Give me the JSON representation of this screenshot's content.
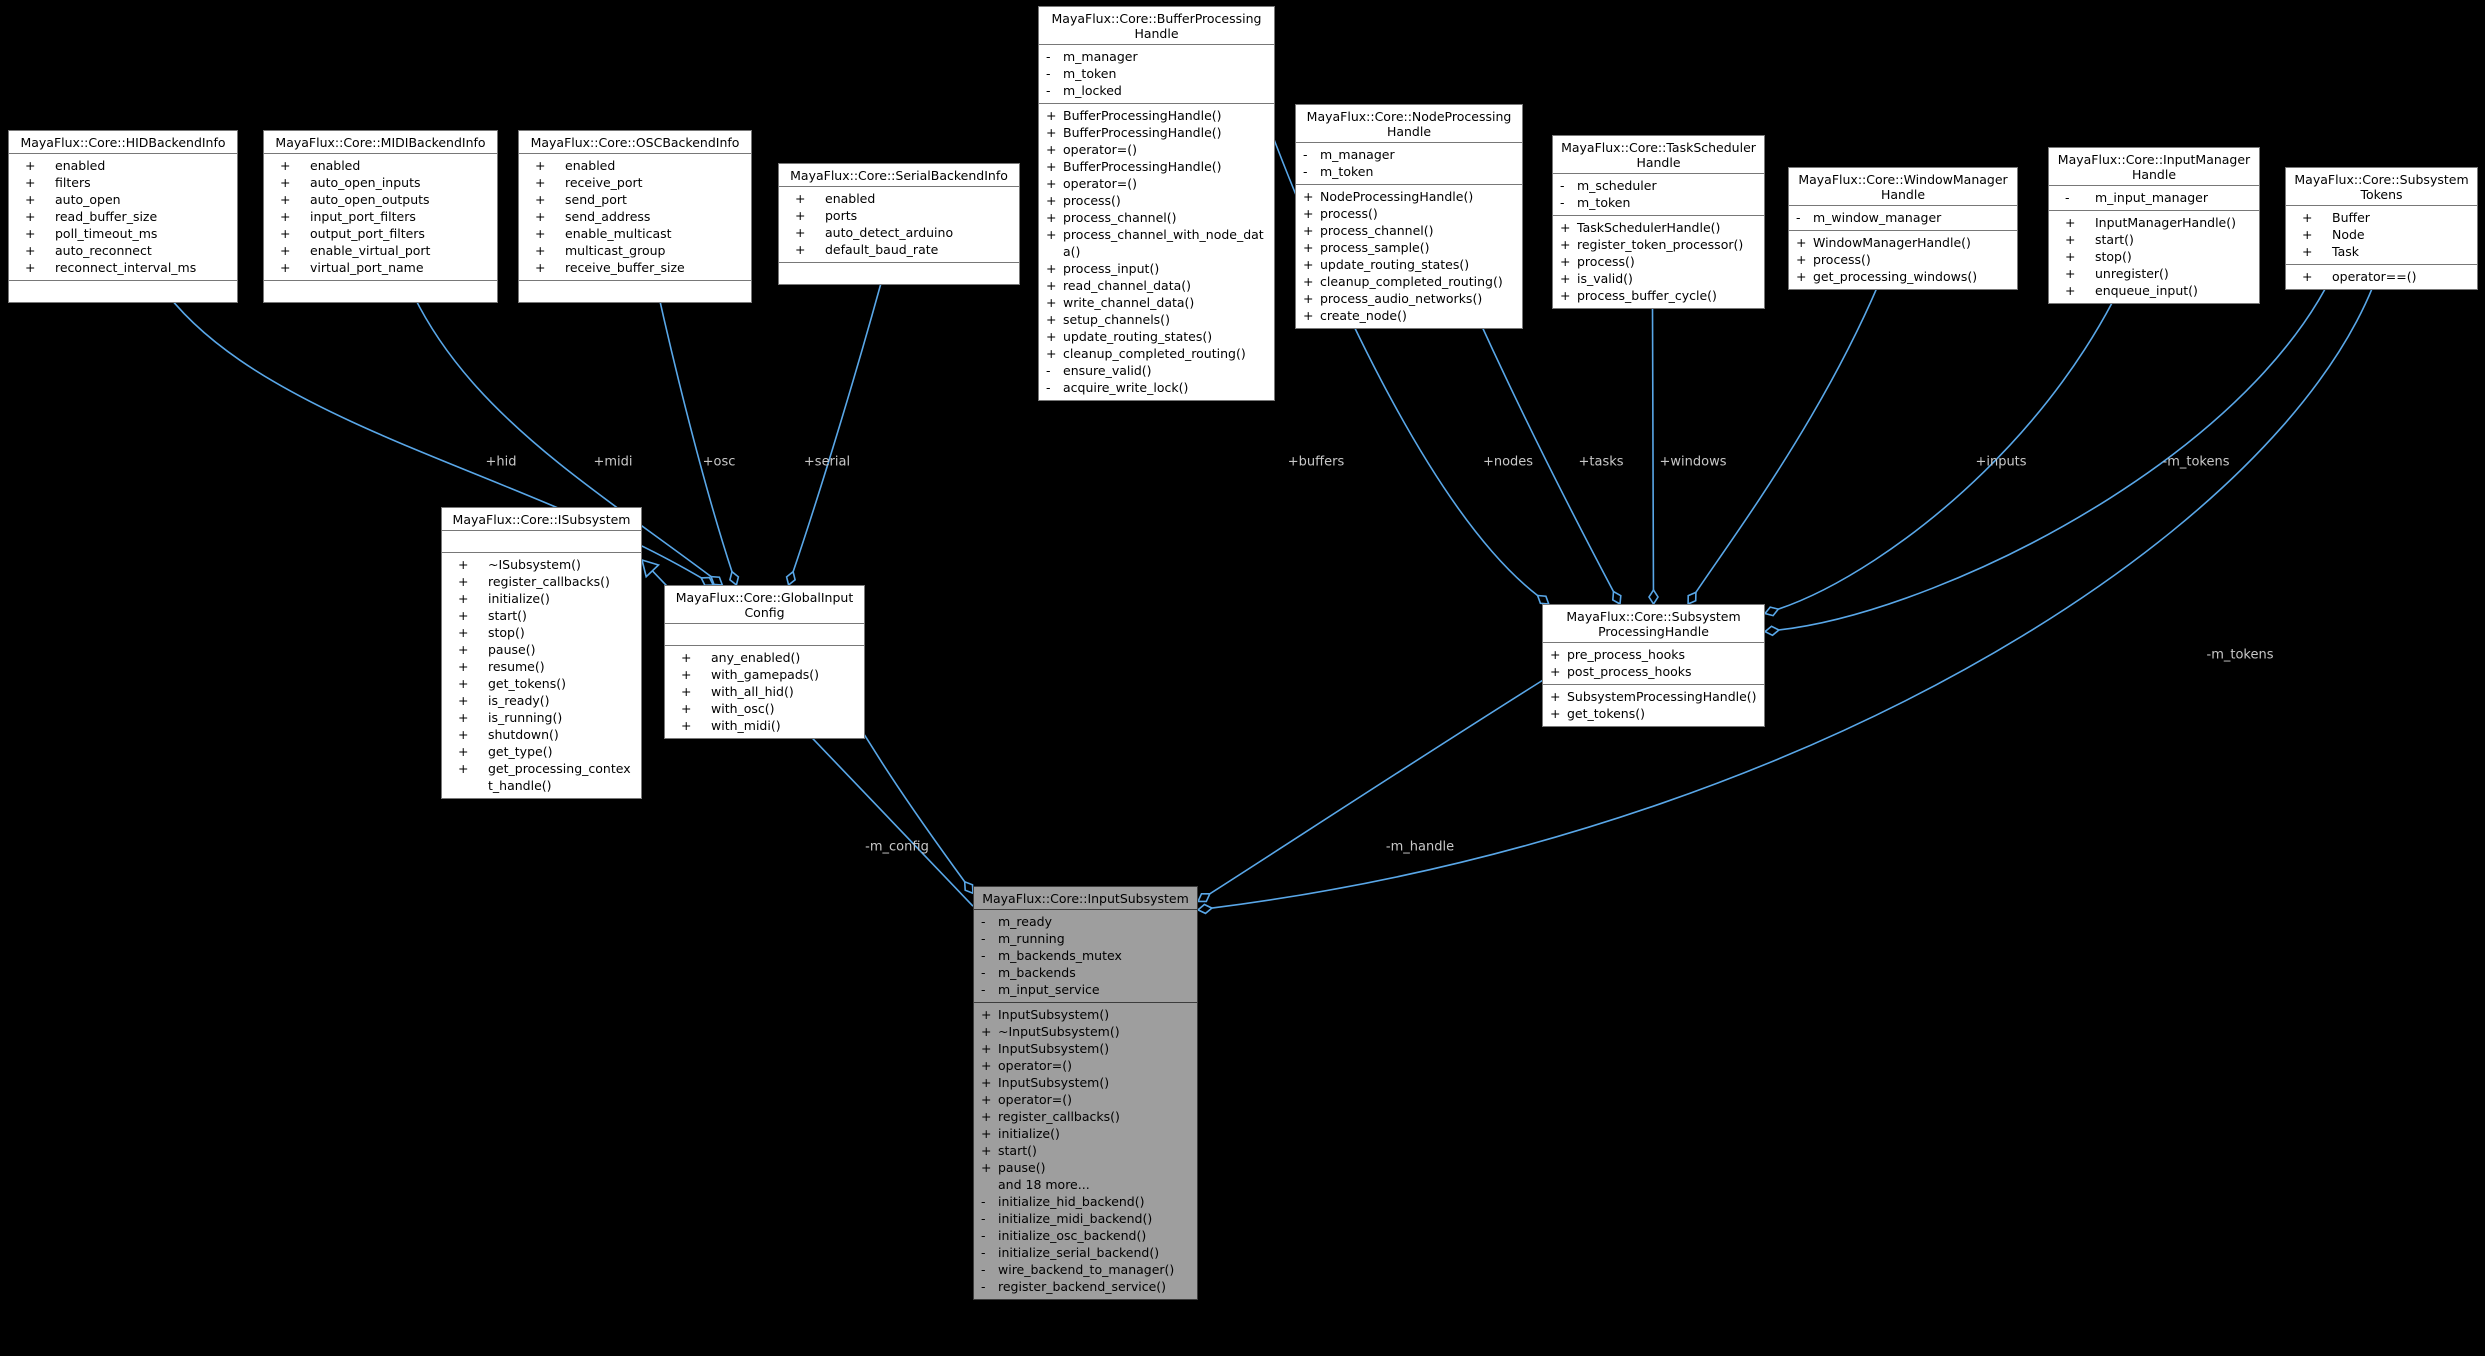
{
  "diagram": {
    "background_color": "#000000",
    "edge_color": "#59a7e8",
    "edge_label_color": "#c8c8c8",
    "box_fill": "#ffffff",
    "box_border": "#787878",
    "highlight_fill": "#9e9e9e",
    "classes": [
      {
        "id": "hid",
        "title": "MayaFlux::Core::HIDBackendInfo",
        "highlighted": false,
        "attributes": [
          {
            "m": "+",
            "t": "enabled"
          },
          {
            "m": "+",
            "t": "filters"
          },
          {
            "m": "+",
            "t": "auto_open"
          },
          {
            "m": "+",
            "t": "read_buffer_size"
          },
          {
            "m": "+",
            "t": "poll_timeout_ms"
          },
          {
            "m": "+",
            "t": "auto_reconnect"
          },
          {
            "m": "+",
            "t": "reconnect_interval_ms"
          }
        ],
        "methods": []
      },
      {
        "id": "midi",
        "title": "MayaFlux::Core::MIDIBackendInfo",
        "highlighted": false,
        "attributes": [
          {
            "m": "+",
            "t": "enabled"
          },
          {
            "m": "+",
            "t": "auto_open_inputs"
          },
          {
            "m": "+",
            "t": "auto_open_outputs"
          },
          {
            "m": "+",
            "t": "input_port_filters"
          },
          {
            "m": "+",
            "t": "output_port_filters"
          },
          {
            "m": "+",
            "t": "enable_virtual_port"
          },
          {
            "m": "+",
            "t": "virtual_port_name"
          }
        ],
        "methods": []
      },
      {
        "id": "osc",
        "title": "MayaFlux::Core::OSCBackendInfo",
        "highlighted": false,
        "attributes": [
          {
            "m": "+",
            "t": "enabled"
          },
          {
            "m": "+",
            "t": "receive_port"
          },
          {
            "m": "+",
            "t": "send_port"
          },
          {
            "m": "+",
            "t": "send_address"
          },
          {
            "m": "+",
            "t": "enable_multicast"
          },
          {
            "m": "+",
            "t": "multicast_group"
          },
          {
            "m": "+",
            "t": "receive_buffer_size"
          }
        ],
        "methods": []
      },
      {
        "id": "serial",
        "title": "MayaFlux::Core::SerialBackendInfo",
        "highlighted": false,
        "attributes": [
          {
            "m": "+",
            "t": "enabled"
          },
          {
            "m": "+",
            "t": "ports"
          },
          {
            "m": "+",
            "t": "auto_detect_arduino"
          },
          {
            "m": "+",
            "t": "default_baud_rate"
          }
        ],
        "methods": []
      },
      {
        "id": "buffer",
        "title": "MayaFlux::Core::BufferProcessing Handle",
        "highlighted": false,
        "attributes": [
          {
            "m": "-",
            "t": "m_manager"
          },
          {
            "m": "-",
            "t": "m_token"
          },
          {
            "m": "-",
            "t": "m_locked"
          }
        ],
        "methods": [
          {
            "m": "+",
            "t": "BufferProcessingHandle()"
          },
          {
            "m": "+",
            "t": "BufferProcessingHandle()"
          },
          {
            "m": "+",
            "t": "operator=()"
          },
          {
            "m": "+",
            "t": "BufferProcessingHandle()"
          },
          {
            "m": "+",
            "t": "operator=()"
          },
          {
            "m": "+",
            "t": "process()"
          },
          {
            "m": "+",
            "t": "process_channel()"
          },
          {
            "m": "+",
            "t": "process_channel_with_node_data()"
          },
          {
            "m": "+",
            "t": "process_input()"
          },
          {
            "m": "+",
            "t": "read_channel_data()"
          },
          {
            "m": "+",
            "t": "write_channel_data()"
          },
          {
            "m": "+",
            "t": "setup_channels()"
          },
          {
            "m": "+",
            "t": "update_routing_states()"
          },
          {
            "m": "+",
            "t": "cleanup_completed_routing()"
          },
          {
            "m": "-",
            "t": "ensure_valid()"
          },
          {
            "m": "-",
            "t": "acquire_write_lock()"
          }
        ]
      },
      {
        "id": "node",
        "title": "MayaFlux::Core::NodeProcessing Handle",
        "highlighted": false,
        "attributes": [
          {
            "m": "-",
            "t": "m_manager"
          },
          {
            "m": "-",
            "t": "m_token"
          }
        ],
        "methods": [
          {
            "m": "+",
            "t": "NodeProcessingHandle()"
          },
          {
            "m": "+",
            "t": "process()"
          },
          {
            "m": "+",
            "t": "process_channel()"
          },
          {
            "m": "+",
            "t": "process_sample()"
          },
          {
            "m": "+",
            "t": "update_routing_states()"
          },
          {
            "m": "+",
            "t": "cleanup_completed_routing()"
          },
          {
            "m": "+",
            "t": "process_audio_networks()"
          },
          {
            "m": "+",
            "t": "create_node()"
          }
        ]
      },
      {
        "id": "task",
        "title": "MayaFlux::Core::TaskScheduler Handle",
        "highlighted": false,
        "attributes": [
          {
            "m": "-",
            "t": "m_scheduler"
          },
          {
            "m": "-",
            "t": "m_token"
          }
        ],
        "methods": [
          {
            "m": "+",
            "t": "TaskSchedulerHandle()"
          },
          {
            "m": "+",
            "t": "register_token_processor()"
          },
          {
            "m": "+",
            "t": "process()"
          },
          {
            "m": "+",
            "t": "is_valid()"
          },
          {
            "m": "+",
            "t": "process_buffer_cycle()"
          }
        ]
      },
      {
        "id": "window",
        "title": "MayaFlux::Core::WindowManager Handle",
        "highlighted": false,
        "attributes": [
          {
            "m": "-",
            "t": "m_window_manager"
          }
        ],
        "methods": [
          {
            "m": "+",
            "t": "WindowManagerHandle()"
          },
          {
            "m": "+",
            "t": "process()"
          },
          {
            "m": "+",
            "t": "get_processing_windows()"
          }
        ]
      },
      {
        "id": "inputmgr",
        "title": "MayaFlux::Core::InputManager Handle",
        "highlighted": false,
        "attributes": [
          {
            "m": "-",
            "t": "m_input_manager"
          }
        ],
        "methods": [
          {
            "m": "+",
            "t": "InputManagerHandle()"
          },
          {
            "m": "+",
            "t": "start()"
          },
          {
            "m": "+",
            "t": "stop()"
          },
          {
            "m": "+",
            "t": "unregister()"
          },
          {
            "m": "+",
            "t": "enqueue_input()"
          }
        ]
      },
      {
        "id": "tokens",
        "title": "MayaFlux::Core::Subsystem Tokens",
        "highlighted": false,
        "attributes": [
          {
            "m": "+",
            "t": "Buffer"
          },
          {
            "m": "+",
            "t": "Node"
          },
          {
            "m": "+",
            "t": "Task"
          }
        ],
        "methods": [
          {
            "m": "+",
            "t": "operator==()"
          }
        ]
      },
      {
        "id": "isubsystem",
        "title": "MayaFlux::Core::ISubsystem",
        "highlighted": false,
        "attributes": [],
        "methods": [
          {
            "m": "+",
            "t": "~ISubsystem()"
          },
          {
            "m": "+",
            "t": "register_callbacks()"
          },
          {
            "m": "+",
            "t": "initialize()"
          },
          {
            "m": "+",
            "t": "start()"
          },
          {
            "m": "+",
            "t": "stop()"
          },
          {
            "m": "+",
            "t": "pause()"
          },
          {
            "m": "+",
            "t": "resume()"
          },
          {
            "m": "+",
            "t": "get_tokens()"
          },
          {
            "m": "+",
            "t": "is_ready()"
          },
          {
            "m": "+",
            "t": "is_running()"
          },
          {
            "m": "+",
            "t": "shutdown()"
          },
          {
            "m": "+",
            "t": "get_type()"
          },
          {
            "m": "+",
            "t": "get_processing_context_handle()"
          }
        ]
      },
      {
        "id": "gic",
        "title": "MayaFlux::Core::GlobalInput Config",
        "highlighted": false,
        "attributes": [],
        "methods": [
          {
            "m": "+",
            "t": "any_enabled()"
          },
          {
            "m": "+",
            "t": "with_gamepads()"
          },
          {
            "m": "+",
            "t": "with_all_hid()"
          },
          {
            "m": "+",
            "t": "with_osc()"
          },
          {
            "m": "+",
            "t": "with_midi()"
          }
        ]
      },
      {
        "id": "sph",
        "title": "MayaFlux::Core::Subsystem ProcessingHandle",
        "highlighted": false,
        "attributes": [
          {
            "m": "+",
            "t": "pre_process_hooks"
          },
          {
            "m": "+",
            "t": "post_process_hooks"
          }
        ],
        "methods": [
          {
            "m": "+",
            "t": "SubsystemProcessingHandle()"
          },
          {
            "m": "+",
            "t": "get_tokens()"
          }
        ]
      },
      {
        "id": "inputsub",
        "title": "MayaFlux::Core::InputSubsystem",
        "highlighted": true,
        "attributes": [
          {
            "m": "-",
            "t": "m_ready"
          },
          {
            "m": "-",
            "t": "m_running"
          },
          {
            "m": "-",
            "t": "m_backends_mutex"
          },
          {
            "m": "-",
            "t": "m_backends"
          },
          {
            "m": "-",
            "t": "m_input_service"
          }
        ],
        "methods": [
          {
            "m": "+",
            "t": "InputSubsystem()"
          },
          {
            "m": "+",
            "t": "~InputSubsystem()"
          },
          {
            "m": "+",
            "t": "InputSubsystem()"
          },
          {
            "m": "+",
            "t": "operator=()"
          },
          {
            "m": "+",
            "t": "InputSubsystem()"
          },
          {
            "m": "+",
            "t": "operator=()"
          },
          {
            "m": "+",
            "t": "register_callbacks()"
          },
          {
            "m": "+",
            "t": "initialize()"
          },
          {
            "m": "+",
            "t": "start()"
          },
          {
            "m": "+",
            "t": "pause()"
          },
          {
            "m": "",
            "t": "and 18 more..."
          },
          {
            "m": "-",
            "t": "initialize_hid_backend()"
          },
          {
            "m": "-",
            "t": "initialize_midi_backend()"
          },
          {
            "m": "-",
            "t": "initialize_osc_backend()"
          },
          {
            "m": "-",
            "t": "initialize_serial_backend()"
          },
          {
            "m": "-",
            "t": "wire_backend_to_manager()"
          },
          {
            "m": "-",
            "t": "register_backend_service()"
          }
        ]
      }
    ],
    "edges": [
      {
        "id": "hid",
        "label": "+hid"
      },
      {
        "id": "midi",
        "label": "+midi"
      },
      {
        "id": "osc",
        "label": "+osc"
      },
      {
        "id": "serial",
        "label": "+serial"
      },
      {
        "id": "buffers",
        "label": "+buffers"
      },
      {
        "id": "nodes",
        "label": "+nodes"
      },
      {
        "id": "tasks",
        "label": "+tasks"
      },
      {
        "id": "windows",
        "label": "+windows"
      },
      {
        "id": "inputs",
        "label": "+inputs"
      },
      {
        "id": "m_tokens_handle",
        "label": "-m_tokens"
      },
      {
        "id": "m_tokens_subsystem",
        "label": "-m_tokens"
      },
      {
        "id": "m_config",
        "label": "-m_config"
      },
      {
        "id": "m_handle",
        "label": "-m_handle"
      },
      {
        "id": "inheritance",
        "label": ""
      }
    ]
  }
}
